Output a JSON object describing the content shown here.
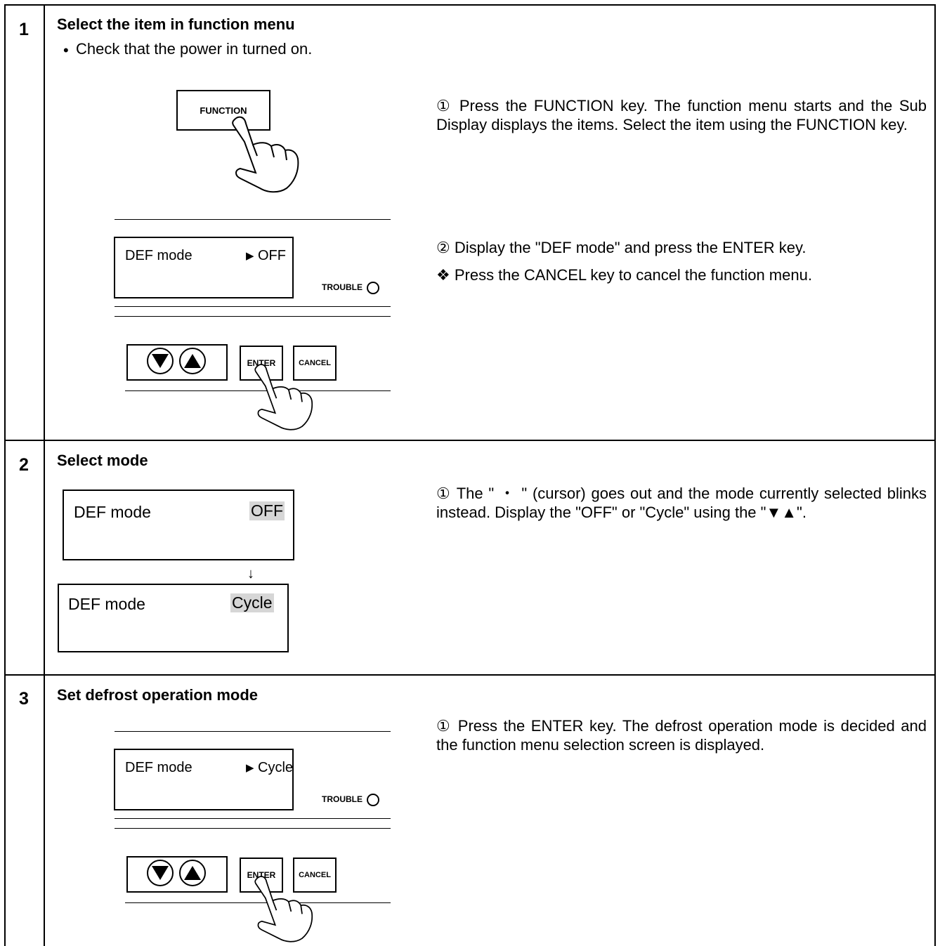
{
  "steps": [
    {
      "number": "1",
      "title": "Select the item in function menu",
      "bullet": "Check that the power in turned on.",
      "function_key": "FUNCTION",
      "display_label": "DEF mode",
      "display_value": "OFF",
      "trouble_label": "TROUBLE",
      "enter_key": "ENTER",
      "cancel_key": "CANCEL",
      "instruction_1": "① Press the FUNCTION key.  The function menu starts and the Sub Display displays the items. Select the item using the FUNCTION key.",
      "instruction_2": "② Display the \"DEF mode\" and press the ENTER key.",
      "note": "❖ Press the CANCEL key to cancel the function menu."
    },
    {
      "number": "2",
      "title": "Select mode",
      "display1_label": "DEF mode",
      "display1_value": "OFF",
      "arrow": "↓",
      "display2_label": "DEF mode",
      "display2_value": "Cycle",
      "instruction_1": "① The \" ・ \" (cursor) goes out and the mode currently selected blinks instead.  Display the \"OFF\" or \"Cycle\" using the \"▼▲\"."
    },
    {
      "number": "3",
      "title": "Set defrost operation mode",
      "display_label": "DEF mode",
      "display_value": "Cycle",
      "trouble_label": "TROUBLE",
      "enter_key": "ENTER",
      "cancel_key": "CANCEL",
      "instruction_1": "① Press the ENTER key.  The defrost operation mode is decided and the function menu selection screen is displayed."
    }
  ]
}
